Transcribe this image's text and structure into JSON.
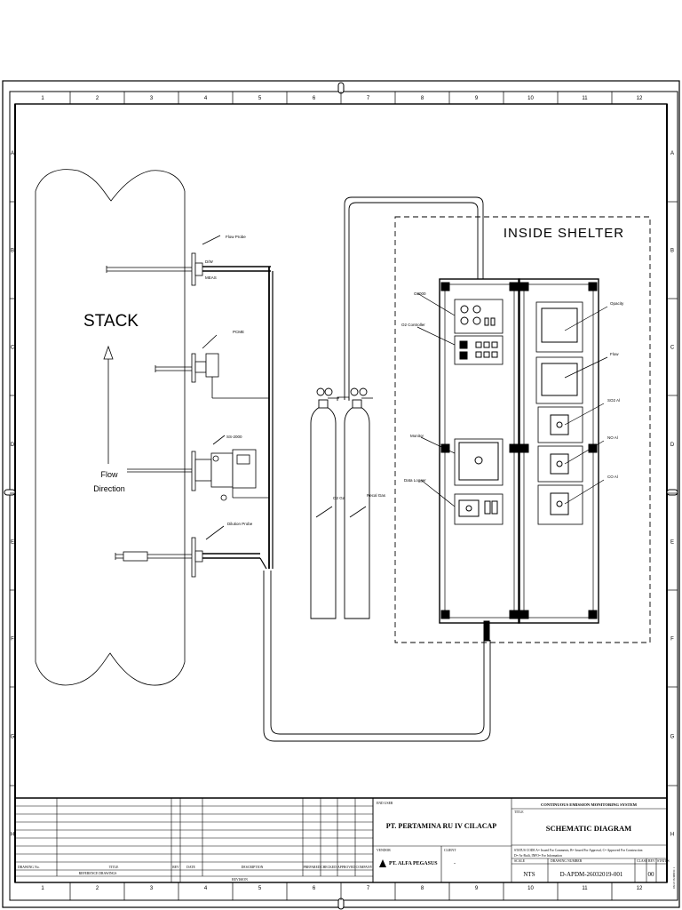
{
  "grid": {
    "columns": [
      "1",
      "2",
      "3",
      "4",
      "5",
      "6",
      "7",
      "8",
      "9",
      "10",
      "11",
      "12"
    ],
    "rows": [
      "A",
      "B",
      "C",
      "D",
      "E",
      "F",
      "G",
      "H"
    ]
  },
  "labels": {
    "stack": "STACK",
    "flow1": "Flow",
    "flow2": "Direction",
    "inside_shelter": "INSIDE SHELTER",
    "flow_probe": "Flow Probe",
    "flow_tag1": "D/W",
    "flow_tag2": "MEAS",
    "pcme": "PCME",
    "sample_probe": "SS-2000",
    "dilution_probe": "Dilution Probe",
    "cyl1": "O2 Gas",
    "cyl2": "Recal Gas",
    "cab_o2": "O2000",
    "cab_controller": "O2 Controller",
    "cab_monitor": "Monitor",
    "cab_data_logger": "Data Logger",
    "cab_r1": "Opacity",
    "cab_r2": "Flow",
    "cab_r3": "SO2 Al",
    "cab_r4": "NO Al",
    "cab_r5": "CO Al"
  },
  "title_block": {
    "col_drawing_no": "DRAWING No.",
    "col_title": "TITLE",
    "reference_drawings": "REFERENCE DRAWINGS",
    "col_rev": "REV",
    "col_date": "DATE",
    "col_description": "DESCRIPTION",
    "revision": "REVISION",
    "col_prepared": "PREPARED",
    "col_checked": "CHECKED",
    "col_approved": "APPROVED",
    "col_company": "COMPANY",
    "end_user_label": "END USER",
    "end_user": "PT. PERTAMINA RU IV CILACAP",
    "vendor_label": "VENDOR",
    "vendor": "PT. ALFA PEGASUS",
    "client_label": "CLIENT",
    "client": "-",
    "project": "CONTINUOUS EMISSION MONITORING SYSTEM",
    "title_label": "TITLE",
    "title": "SCHEMATIC DIAGRAM",
    "status_code_1": "STATUS CODE A= Issued For Comments, B= Issued For Approval, C= Approved For Construction",
    "status_code_2": "D= As-Built, INFO= For Information",
    "scale_label": "SCALE",
    "scale": "NTS",
    "drawing_number_label": "DRAWING NUMBER",
    "drawing_number": "D-APDM-26032019-001",
    "class_label": "CLASS",
    "rev_label": "REV",
    "rev": "00",
    "status_label": "STATUS",
    "side_note": "PAGE NUMBER: 1"
  }
}
